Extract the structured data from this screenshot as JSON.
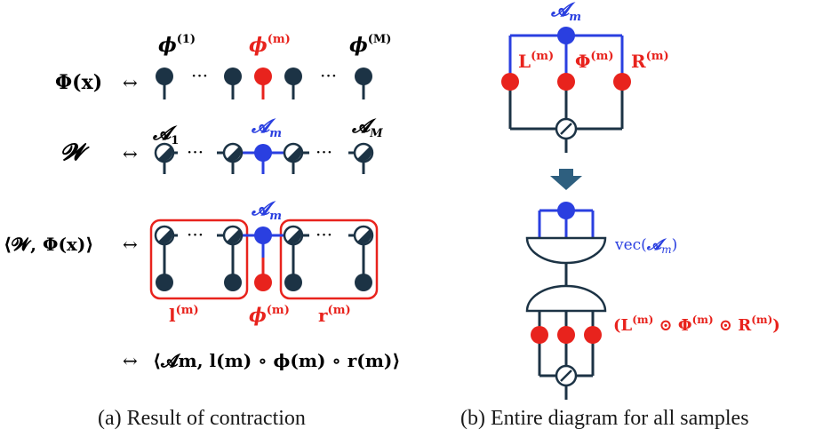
{
  "panel_a": {
    "caption": "(a) Result of contraction",
    "rows": {
      "phi_row": {
        "label": "Φ(x)",
        "arrow": "↔"
      },
      "w_row": {
        "label": "𝓦",
        "arrow": "↔"
      },
      "inner_row": {
        "label": "⟨𝓦, Φ(x)⟩",
        "arrow": "↔"
      },
      "result_row": {
        "arrow": "↔",
        "expression": "⟨𝓐m, l(m) ∘ ϕ(m) ∘ r(m)⟩"
      }
    },
    "phi_labels": {
      "first": "ϕ",
      "first_sup": "(1)",
      "middle": "ϕ",
      "middle_sup": "(m)",
      "last": "ϕ",
      "last_sup": "(M)"
    },
    "core_labels": {
      "first": "𝓐",
      "first_sub": "1",
      "middle": "𝓐",
      "middle_sub": "m",
      "last": "𝓐",
      "last_sub": "M"
    },
    "contraction_labels": {
      "core": "𝓐",
      "core_sub": "m",
      "left": "l",
      "left_sup": "(m)",
      "mid": "ϕ",
      "mid_sup": "(m)",
      "right": "r",
      "right_sup": "(m)"
    },
    "ellipsis": "···"
  },
  "panel_b": {
    "caption": "(b) Entire diagram for all samples",
    "top_core": {
      "label": "𝓐",
      "sub": "m"
    },
    "node_labels": {
      "L": "L",
      "L_sup": "(m)",
      "Phi": "Φ",
      "Phi_sup": "(m)",
      "R": "R",
      "R_sup": "(m)"
    },
    "vec_label": {
      "prefix": "vec(",
      "core": "𝓐",
      "sub": "m",
      "suffix": ")"
    },
    "hadamard_label": "(L(m) ⊙ Φ(m) ⊙ R(m))",
    "hadamard_parts": {
      "open": "(",
      "L": "L",
      "L_sup": "(m)",
      "op1": " ⊙ ",
      "Phi": "Φ",
      "Phi_sup": "(m)",
      "op2": " ⊙ ",
      "R": "R",
      "R_sup": "(m)",
      "close": ")"
    }
  },
  "colors": {
    "navy": "#1c3345",
    "red": "#e8231d",
    "blue": "#2a3fe0",
    "arrow": "#2e5f7f"
  }
}
